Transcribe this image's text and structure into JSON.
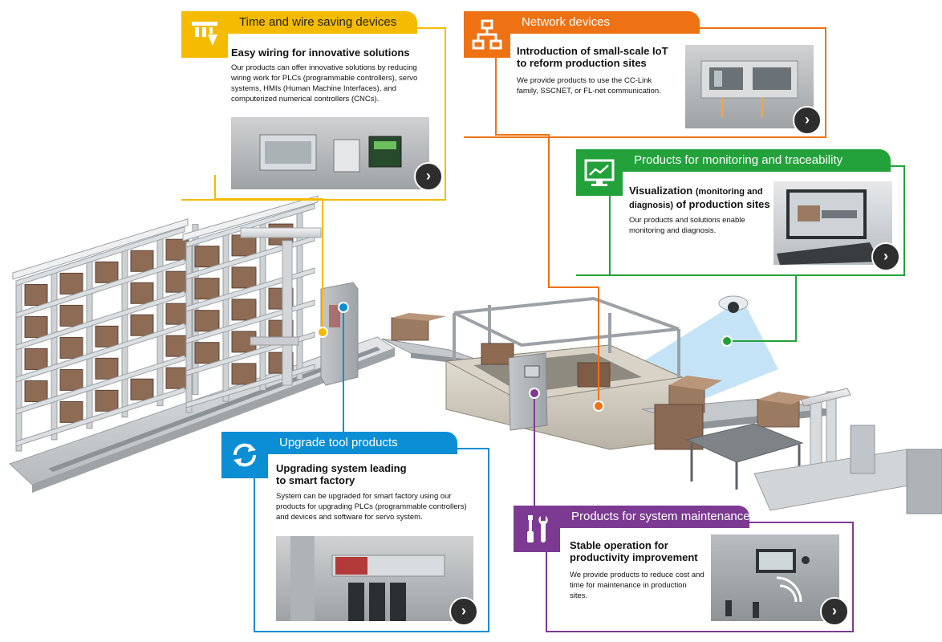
{
  "colors": {
    "yellow": "#f5bb00",
    "orange": "#ee7214",
    "green": "#23a23b",
    "blue": "#0b8ed4",
    "purple": "#7c3a93"
  },
  "callouts": {
    "wiring": {
      "tab": "Time and wire saving devices",
      "icon": "wiring-terminal-icon",
      "title": "Easy wiring for innovative solutions",
      "desc": "Our products can offer innovative solutions by reducing wiring work for PLCs (programmable controllers), servo systems, HMIs (Human Machine Interfaces), and computerized numerical controllers (CNCs).",
      "link": "›"
    },
    "network": {
      "tab": "Network devices",
      "icon": "network-hierarchy-icon",
      "title_line1": "Introduction of small-scale IoT",
      "title_line2": "to reform production sites",
      "desc": "We provide products to use the CC-Link family, SSCNET, or FL-net communication.",
      "link": "›"
    },
    "monitoring": {
      "tab": "Products for monitoring and traceability",
      "icon": "monitor-chart-icon",
      "title_a": "Visualization",
      "title_b": "(monitoring and",
      "title_c": "diagnosis)",
      "title_d": "of production sites",
      "desc": "Our products and solutions enable monitoring and diagnosis.",
      "link": "›"
    },
    "upgrade": {
      "tab": "Upgrade tool products",
      "icon": "refresh-cycle-icon",
      "title_line1": "Upgrading system leading",
      "title_line2": "to smart factory",
      "desc": "System can be upgraded for smart factory using our products for upgrading PLCs (programmable controllers) and devices and software for servo system.",
      "link": "›"
    },
    "maintenance": {
      "tab": "Products for system maintenance",
      "icon": "tools-wrench-screwdriver-icon",
      "title_line1": "Stable operation for",
      "title_line2": "productivity improvement",
      "desc": "We provide products to reduce cost and time for maintenance in production sites.",
      "link": "›"
    }
  }
}
